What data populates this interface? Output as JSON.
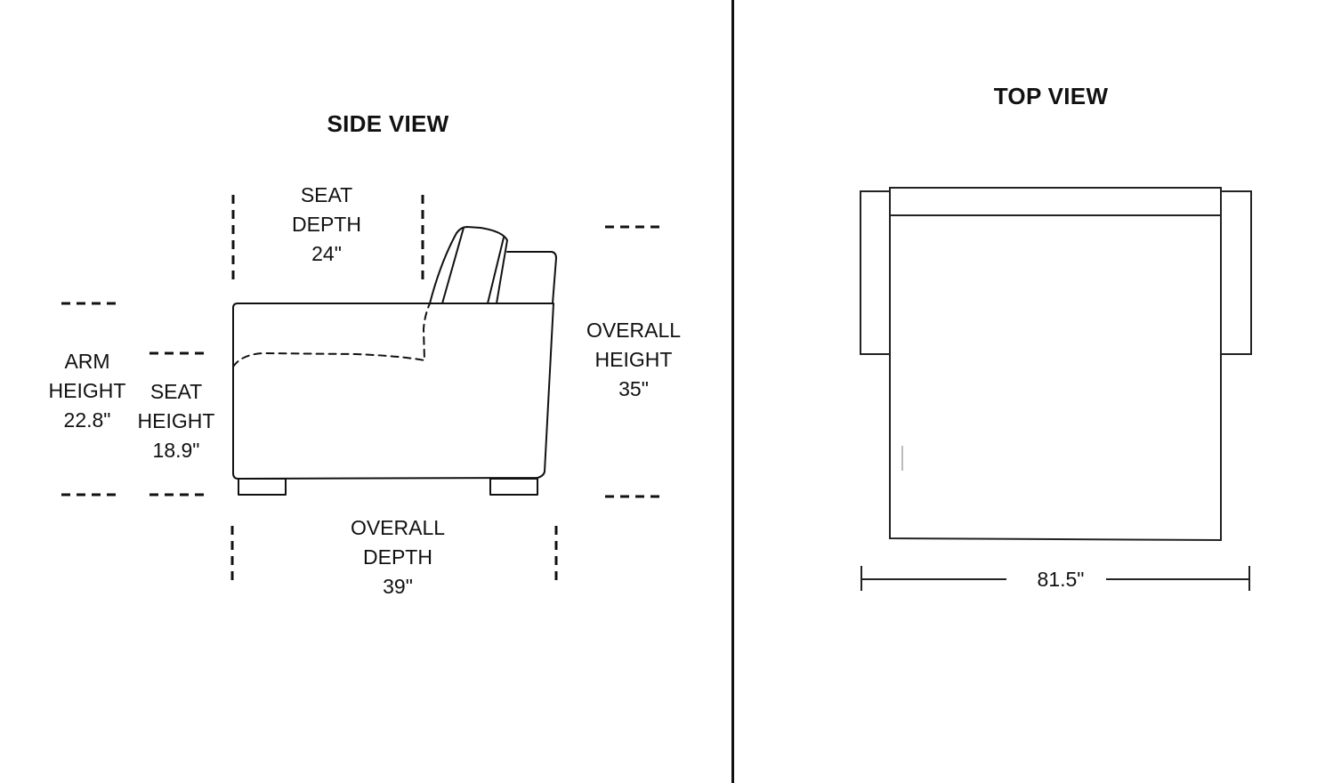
{
  "side_view": {
    "title": "SIDE VIEW",
    "dimensions": {
      "seat_depth": {
        "line1": "SEAT",
        "line2": "DEPTH",
        "value": "24\""
      },
      "arm_height": {
        "line1": "ARM",
        "line2": "HEIGHT",
        "value": "22.8\""
      },
      "seat_height": {
        "line1": "SEAT",
        "line2": "HEIGHT",
        "value": "18.9\""
      },
      "overall_height": {
        "line1": "OVERALL",
        "line2": "HEIGHT",
        "value": "35\""
      },
      "overall_depth": {
        "line1": "OVERALL",
        "line2": "DEPTH",
        "value": "39\""
      }
    }
  },
  "top_view": {
    "title": "TOP VIEW",
    "dimensions": {
      "overall_width": {
        "value": "81.5\""
      }
    }
  },
  "colors": {
    "line": "#111111",
    "background": "#ffffff"
  }
}
